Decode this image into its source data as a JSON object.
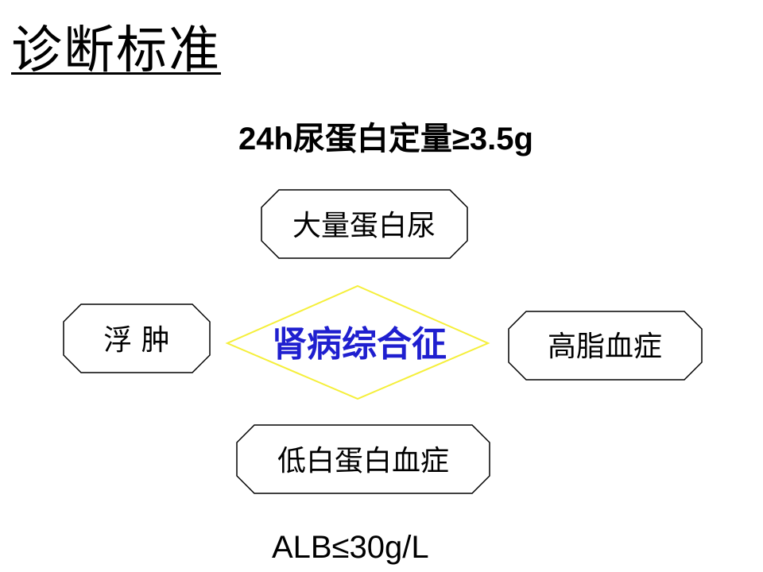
{
  "title": "诊断标准",
  "criteria": {
    "top": "24h尿蛋白定量≥3.5g",
    "bottom": "ALB≤30g/L"
  },
  "diagram": {
    "center": "肾病综合征",
    "top": "大量蛋白尿",
    "left": "浮 肿",
    "right": "高脂血症",
    "bottom": "低白蛋白血症"
  },
  "colors": {
    "diamond_stroke": "#f5ef3a",
    "center_text": "#1f1fcf",
    "box_stroke": "#000000",
    "text": "#000000"
  }
}
